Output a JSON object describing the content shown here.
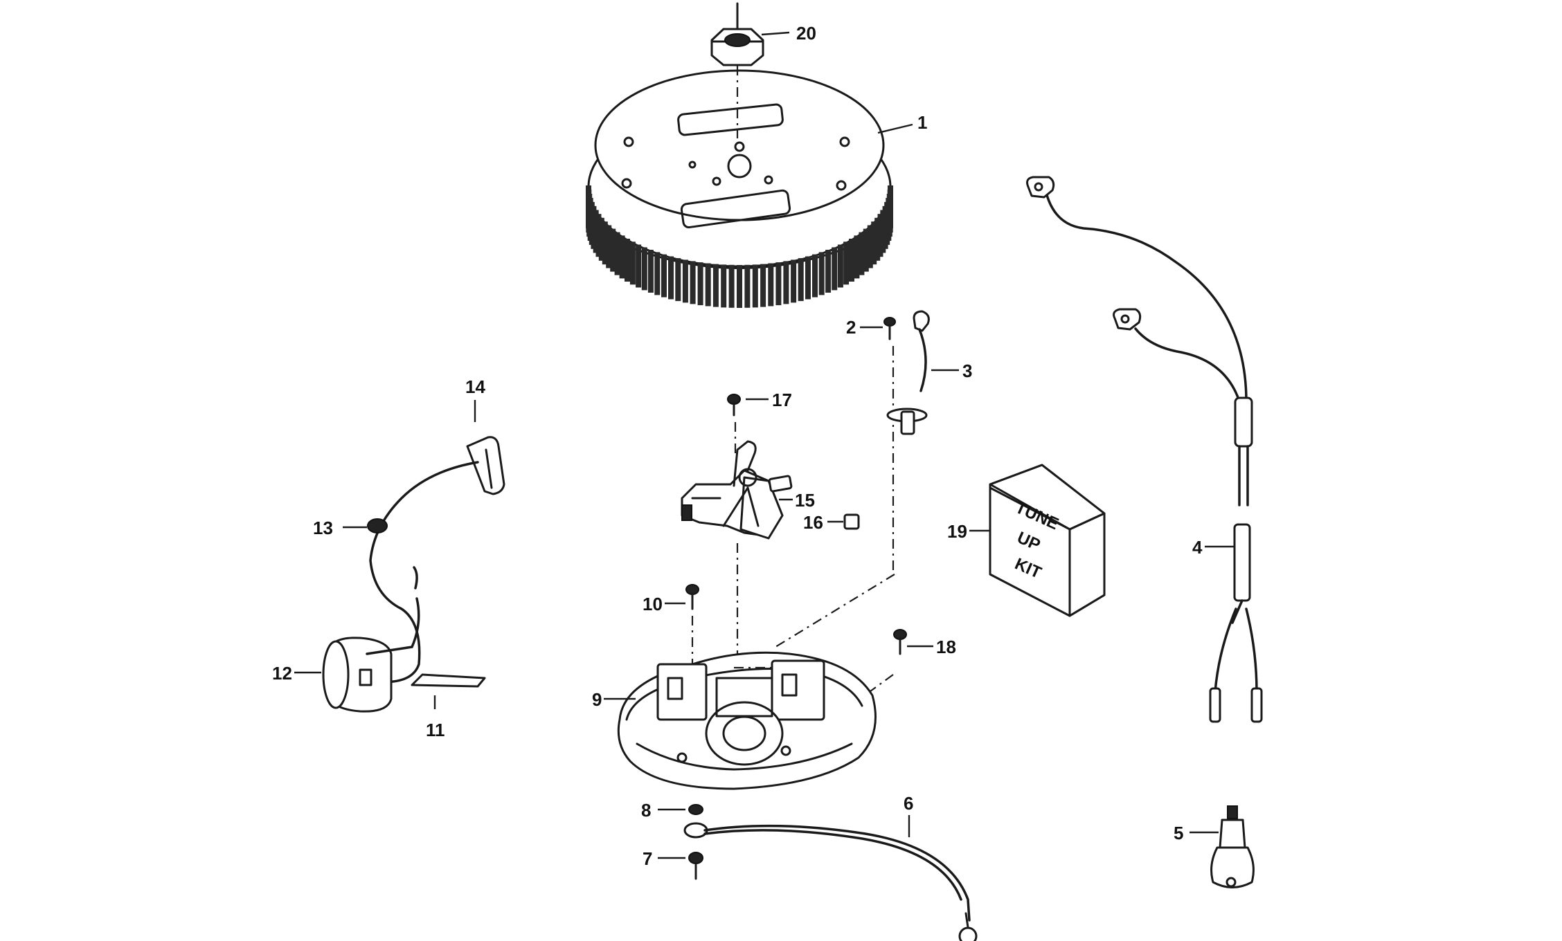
{
  "callouts": {
    "n1": "1",
    "n2": "2",
    "n3": "3",
    "n4": "4",
    "n5": "5",
    "n6": "6",
    "n7": "7",
    "n8": "8",
    "n9": "9",
    "n10": "10",
    "n11": "11",
    "n12": "12",
    "n13": "13",
    "n14": "14",
    "n15": "15",
    "n16": "16",
    "n17": "17",
    "n18": "18",
    "n19": "19",
    "n20": "20"
  },
  "tune_up_kit": {
    "line1": "TUNE",
    "line2": "UP",
    "line3": "KIT"
  }
}
